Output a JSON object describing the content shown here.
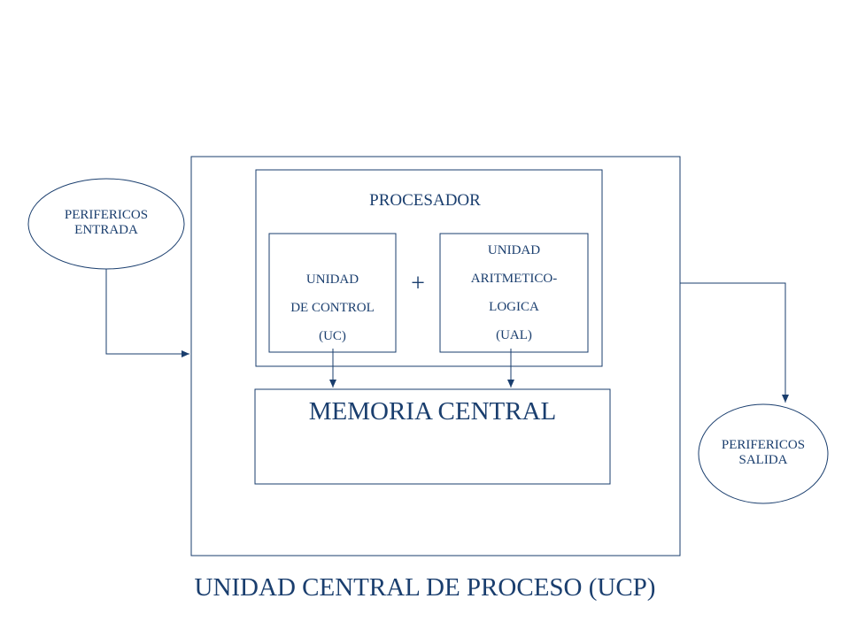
{
  "colors": {
    "stroke": "#1a3e6e",
    "text": "#1a3e6e",
    "background": "#ffffff"
  },
  "ucp": {
    "title": "UNIDAD CENTRAL DE PROCESO (UCP)"
  },
  "processor": {
    "title": "PROCESADOR",
    "plus": "+",
    "control_unit": {
      "lines": [
        "UNIDAD",
        "DE CONTROL",
        "(UC)"
      ]
    },
    "alu": {
      "lines": [
        "UNIDAD",
        "ARITMETICO-",
        "LOGICA",
        "(UAL)"
      ]
    }
  },
  "memory": {
    "title": "MEMORIA CENTRAL"
  },
  "input_peripherals": {
    "lines": [
      "PERIFERICOS",
      "ENTRADA"
    ]
  },
  "output_peripherals": {
    "lines": [
      "PERIFERICOS",
      "SALIDA"
    ]
  }
}
